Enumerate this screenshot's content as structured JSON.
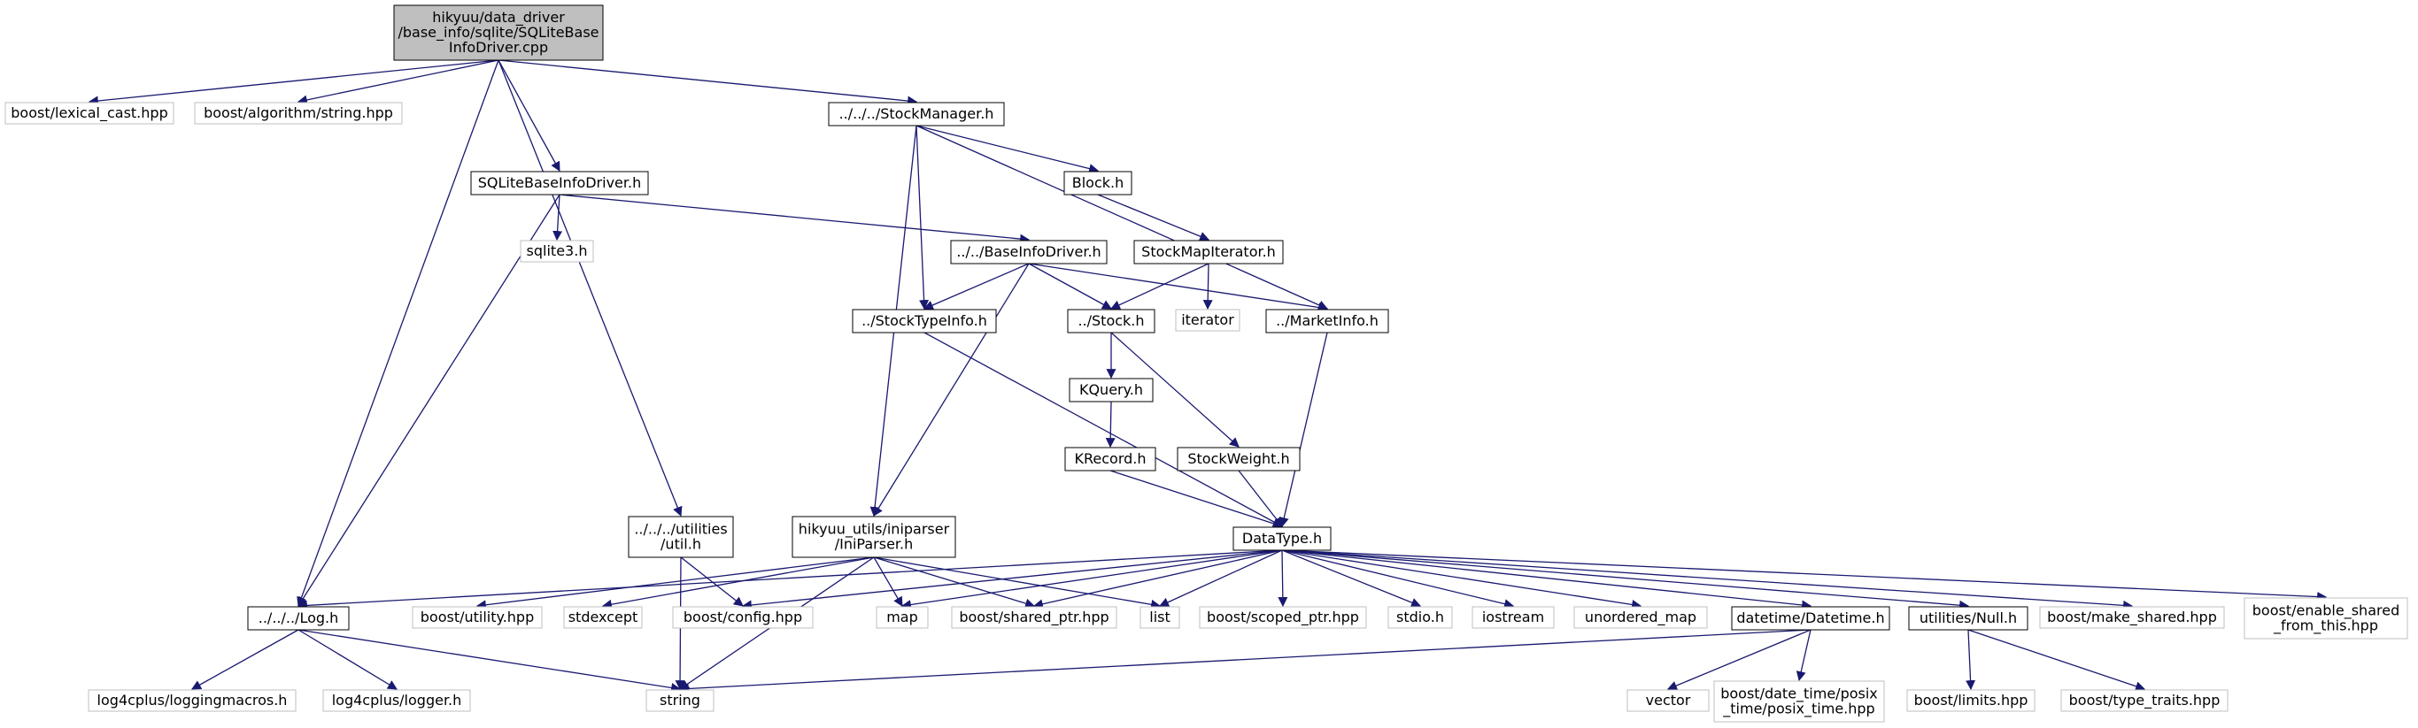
{
  "diagram": {
    "root": "hikyuu/data_driver/base_info/sqlite/SQLiteBaseInfoDriver.cpp",
    "nodes": [
      {
        "id": "root",
        "lines": [
          "hikyuu/data_driver",
          "/base_info/sqlite/SQLiteBase",
          "InfoDriver.cpp"
        ],
        "style": "root"
      },
      {
        "id": "lexical_cast",
        "lines": [
          "boost/lexical_cast.hpp"
        ],
        "style": "external"
      },
      {
        "id": "algorithm_string",
        "lines": [
          "boost/algorithm/string.hpp"
        ],
        "style": "external"
      },
      {
        "id": "stockmanager",
        "lines": [
          "../../../StockManager.h"
        ],
        "style": "local"
      },
      {
        "id": "sqlite_driver_h",
        "lines": [
          "SQLiteBaseInfoDriver.h"
        ],
        "style": "local"
      },
      {
        "id": "block",
        "lines": [
          "Block.h"
        ],
        "style": "local"
      },
      {
        "id": "sqlite3",
        "lines": [
          "sqlite3.h"
        ],
        "style": "external"
      },
      {
        "id": "baseinfodriver",
        "lines": [
          "../../BaseInfoDriver.h"
        ],
        "style": "local"
      },
      {
        "id": "stockmapiterator",
        "lines": [
          "StockMapIterator.h"
        ],
        "style": "local"
      },
      {
        "id": "stocktypeinfo",
        "lines": [
          "../StockTypeInfo.h"
        ],
        "style": "local"
      },
      {
        "id": "stock",
        "lines": [
          "../Stock.h"
        ],
        "style": "local"
      },
      {
        "id": "iterator",
        "lines": [
          "iterator"
        ],
        "style": "external"
      },
      {
        "id": "marketinfo",
        "lines": [
          "../MarketInfo.h"
        ],
        "style": "local"
      },
      {
        "id": "kquery",
        "lines": [
          "KQuery.h"
        ],
        "style": "local"
      },
      {
        "id": "krecord",
        "lines": [
          "KRecord.h"
        ],
        "style": "local"
      },
      {
        "id": "stockweight",
        "lines": [
          "StockWeight.h"
        ],
        "style": "local"
      },
      {
        "id": "util",
        "lines": [
          "../../../utilities",
          "/util.h"
        ],
        "style": "local"
      },
      {
        "id": "iniparser",
        "lines": [
          "hikyuu_utils/iniparser",
          "/IniParser.h"
        ],
        "style": "local"
      },
      {
        "id": "datatype",
        "lines": [
          "DataType.h"
        ],
        "style": "local"
      },
      {
        "id": "log",
        "lines": [
          "../../../Log.h"
        ],
        "style": "local"
      },
      {
        "id": "boost_utility",
        "lines": [
          "boost/utility.hpp"
        ],
        "style": "external"
      },
      {
        "id": "stdexcept",
        "lines": [
          "stdexcept"
        ],
        "style": "external"
      },
      {
        "id": "boost_config",
        "lines": [
          "boost/config.hpp"
        ],
        "style": "external"
      },
      {
        "id": "map",
        "lines": [
          "map"
        ],
        "style": "external"
      },
      {
        "id": "boost_shared_ptr",
        "lines": [
          "boost/shared_ptr.hpp"
        ],
        "style": "external"
      },
      {
        "id": "list",
        "lines": [
          "list"
        ],
        "style": "external"
      },
      {
        "id": "boost_scoped_ptr",
        "lines": [
          "boost/scoped_ptr.hpp"
        ],
        "style": "external"
      },
      {
        "id": "stdio",
        "lines": [
          "stdio.h"
        ],
        "style": "external"
      },
      {
        "id": "iostream",
        "lines": [
          "iostream"
        ],
        "style": "external"
      },
      {
        "id": "unordered_map",
        "lines": [
          "unordered_map"
        ],
        "style": "external"
      },
      {
        "id": "datetime",
        "lines": [
          "datetime/Datetime.h"
        ],
        "style": "local"
      },
      {
        "id": "null",
        "lines": [
          "utilities/Null.h"
        ],
        "style": "local"
      },
      {
        "id": "make_shared",
        "lines": [
          "boost/make_shared.hpp"
        ],
        "style": "external"
      },
      {
        "id": "enable_shared",
        "lines": [
          "boost/enable_shared",
          "_from_this.hpp"
        ],
        "style": "external"
      },
      {
        "id": "loggingmacros",
        "lines": [
          "log4cplus/loggingmacros.h"
        ],
        "style": "external"
      },
      {
        "id": "logger",
        "lines": [
          "log4cplus/logger.h"
        ],
        "style": "external"
      },
      {
        "id": "string",
        "lines": [
          "string"
        ],
        "style": "external"
      },
      {
        "id": "vector",
        "lines": [
          "vector"
        ],
        "style": "external"
      },
      {
        "id": "posix_time",
        "lines": [
          "boost/date_time/posix",
          "_time/posix_time.hpp"
        ],
        "style": "external"
      },
      {
        "id": "limits",
        "lines": [
          "boost/limits.hpp"
        ],
        "style": "external"
      },
      {
        "id": "type_traits",
        "lines": [
          "boost/type_traits.hpp"
        ],
        "style": "external"
      }
    ],
    "edges": [
      [
        "root",
        "lexical_cast"
      ],
      [
        "root",
        "algorithm_string"
      ],
      [
        "root",
        "stockmanager"
      ],
      [
        "root",
        "sqlite_driver_h"
      ],
      [
        "root",
        "util"
      ],
      [
        "root",
        "log"
      ],
      [
        "stockmanager",
        "block"
      ],
      [
        "stockmanager",
        "stocktypeinfo"
      ],
      [
        "stockmanager",
        "marketinfo"
      ],
      [
        "stockmanager",
        "iniparser"
      ],
      [
        "sqlite_driver_h",
        "sqlite3"
      ],
      [
        "sqlite_driver_h",
        "baseinfodriver"
      ],
      [
        "sqlite_driver_h",
        "log"
      ],
      [
        "block",
        "stockmapiterator"
      ],
      [
        "stockmapiterator",
        "stock"
      ],
      [
        "stockmapiterator",
        "iterator"
      ],
      [
        "baseinfodriver",
        "stocktypeinfo"
      ],
      [
        "baseinfodriver",
        "stock"
      ],
      [
        "baseinfodriver",
        "marketinfo"
      ],
      [
        "baseinfodriver",
        "iniparser"
      ],
      [
        "stock",
        "kquery"
      ],
      [
        "stock",
        "stockweight"
      ],
      [
        "kquery",
        "krecord"
      ],
      [
        "krecord",
        "datatype"
      ],
      [
        "stockweight",
        "datatype"
      ],
      [
        "stocktypeinfo",
        "datatype"
      ],
      [
        "marketinfo",
        "datatype"
      ],
      [
        "util",
        "boost_config"
      ],
      [
        "util",
        "string"
      ],
      [
        "iniparser",
        "boost_utility"
      ],
      [
        "iniparser",
        "stdexcept"
      ],
      [
        "iniparser",
        "map"
      ],
      [
        "iniparser",
        "boost_shared_ptr"
      ],
      [
        "iniparser",
        "list"
      ],
      [
        "iniparser",
        "string"
      ],
      [
        "datatype",
        "log"
      ],
      [
        "datatype",
        "boost_config"
      ],
      [
        "datatype",
        "map"
      ],
      [
        "datatype",
        "boost_shared_ptr"
      ],
      [
        "datatype",
        "list"
      ],
      [
        "datatype",
        "boost_scoped_ptr"
      ],
      [
        "datatype",
        "stdio"
      ],
      [
        "datatype",
        "iostream"
      ],
      [
        "datatype",
        "unordered_map"
      ],
      [
        "datatype",
        "datetime"
      ],
      [
        "datatype",
        "null"
      ],
      [
        "datatype",
        "make_shared"
      ],
      [
        "datatype",
        "enable_shared"
      ],
      [
        "log",
        "loggingmacros"
      ],
      [
        "log",
        "logger"
      ],
      [
        "log",
        "string"
      ],
      [
        "datetime",
        "string"
      ],
      [
        "datetime",
        "vector"
      ],
      [
        "datetime",
        "posix_time"
      ],
      [
        "null",
        "limits"
      ],
      [
        "null",
        "type_traits"
      ]
    ]
  },
  "colors": {
    "root_fill": "#bfbfbf",
    "local_stroke": "#000000",
    "external_stroke": "#bfbfbf",
    "edge": "#191970",
    "text": "#000000",
    "external_text": "#000000"
  }
}
